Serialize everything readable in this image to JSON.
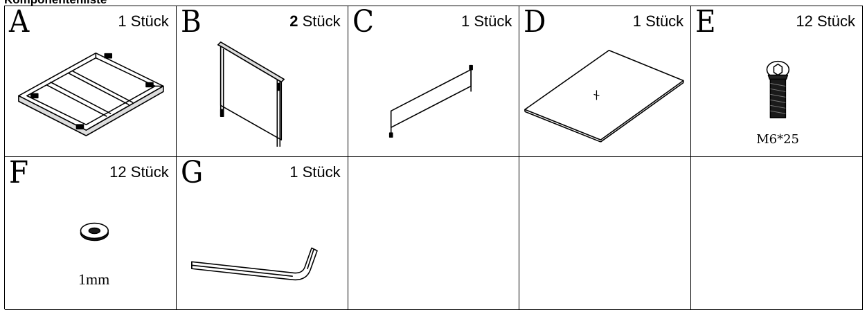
{
  "heading": "Komponentenliste",
  "parts": [
    {
      "letter": "A",
      "qty_num": "1",
      "qty_unit": "Stück"
    },
    {
      "letter": "B",
      "qty_num": "2",
      "qty_unit": "Stück"
    },
    {
      "letter": "C",
      "qty_num": "1",
      "qty_unit": "Stück"
    },
    {
      "letter": "D",
      "qty_num": "1",
      "qty_unit": "Stück"
    },
    {
      "letter": "E",
      "qty_num": "12",
      "qty_unit": "Stück",
      "caption": "M6*25"
    },
    {
      "letter": "F",
      "qty_num": "12",
      "qty_unit": "Stück",
      "caption": "1mm"
    },
    {
      "letter": "G",
      "qty_num": "1",
      "qty_unit": "Stück"
    }
  ]
}
